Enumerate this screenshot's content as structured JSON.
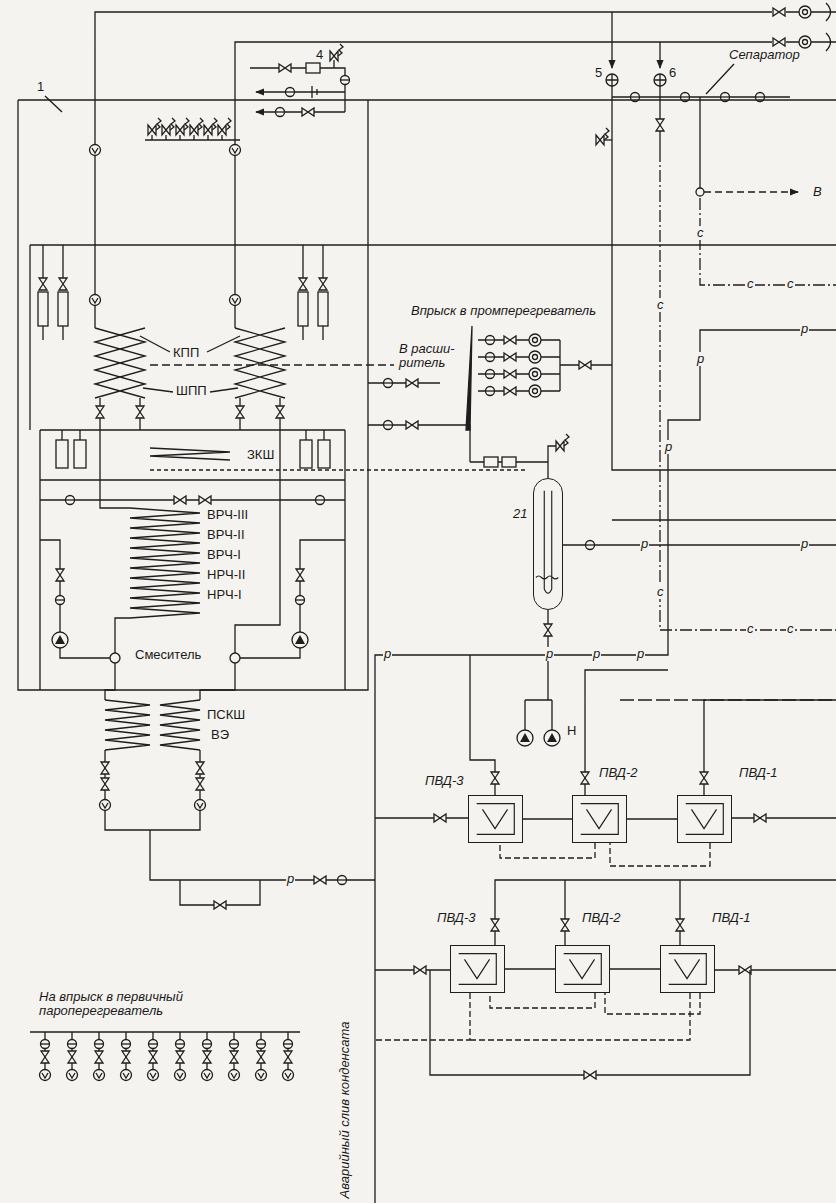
{
  "diagram": {
    "nodes": [
      {
        "text": [
          "21"
        ]
      },
      {
        "text": [
          "ПВД-3"
        ]
      },
      {
        "text": [
          "ПВД-2"
        ]
      },
      {
        "text": [
          "ПВД-1"
        ]
      },
      {
        "text": [
          "ПВД-3"
        ]
      },
      {
        "text": [
          "ПВД-2"
        ]
      },
      {
        "text": [
          "ПВД-1"
        ]
      }
    ],
    "edges": [
      {
        "from": 3,
        "to": 2,
        "arrow": "none"
      },
      {
        "from": 2,
        "to": 1,
        "arrow": "none"
      },
      {
        "from": 6,
        "to": 5,
        "arrow": "none"
      },
      {
        "from": 5,
        "to": 4,
        "arrow": "none"
      }
    ],
    "labels": [
      "Сепаратор",
      "5",
      "6",
      "4",
      "1",
      "В",
      "с",
      "с",
      "с",
      "с",
      "Впрыск в промперегреватель",
      "р",
      "р",
      "В расши- ритель",
      "КПП",
      "ШПП",
      "р",
      "ЗКШ",
      "ВРЧ-III",
      "ВРЧ-II",
      "ВРЧ-I",
      "НРЧ-II",
      "НРЧ-I",
      "р",
      "р",
      "с",
      "с",
      "с",
      "Смеситель",
      "р",
      "р",
      "р",
      "р",
      "ПСКШ",
      "ВЭ",
      "Н",
      "р",
      "На впрыск в первичный пароперегреватель",
      "Аварийный слив конденсата"
    ]
  }
}
